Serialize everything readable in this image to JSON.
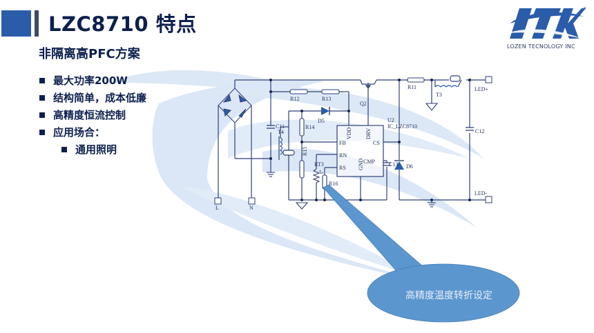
{
  "header": {
    "title": "LZC8710 特点",
    "subtitle": "非隔离高PFC方案"
  },
  "logo": {
    "icon": "ltk-logo-icon",
    "company": "LOZEN TECNOLOGY INC",
    "registered_mark": "®"
  },
  "features": [
    {
      "label": "最大功率200W",
      "level": 1
    },
    {
      "label": "结构简单，成本低廉",
      "level": 1
    },
    {
      "label": "高精度恒流控制",
      "level": 1
    },
    {
      "label": "应用场合：",
      "level": 1
    },
    {
      "label": "通用照明",
      "level": 2
    }
  ],
  "schematic": {
    "ic_name": "U2",
    "ic_part": "IC_LZC8710",
    "ic_pins": [
      "VDD",
      "DRV",
      "FB",
      "CS",
      "RN",
      "RS",
      "GND",
      "CMP"
    ],
    "components": {
      "r11": "R11",
      "r12": "R12",
      "r13": "R13",
      "r14": "R14",
      "r15": "R15",
      "r16": "R16",
      "c11": "C11",
      "c12": "C12",
      "c13": "C13",
      "d5": "D5",
      "d6": "D6",
      "q2": "Q2",
      "t3": "T3",
      "t4": "T4",
      "rt3": "RT3",
      "rt3_sym": "t°"
    },
    "terminals": {
      "l": "L",
      "n": "N",
      "led_plus": "LED+",
      "led_minus": "LED-"
    }
  },
  "callout": {
    "text": "高精度温度转折设定"
  },
  "colors": {
    "title": "#0d1f4d",
    "accent_block": "#2a5caa",
    "swoosh": "#dbe7f6",
    "callout": "#5b96cf",
    "wire": "#2f3f78",
    "diode": "#2a5caa"
  }
}
